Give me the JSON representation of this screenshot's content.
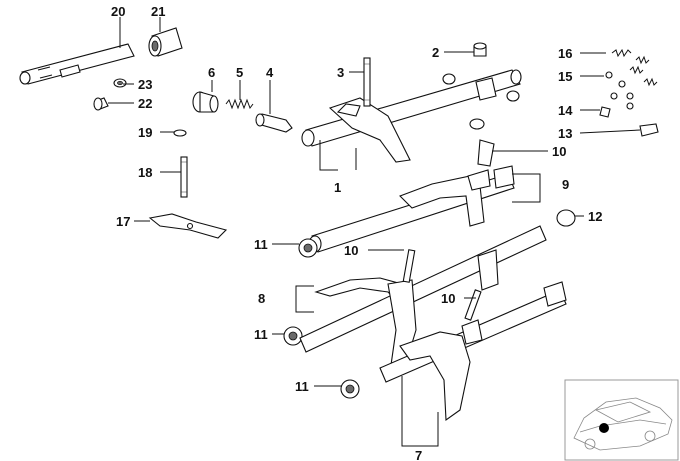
{
  "callouts": [
    {
      "id": "c20",
      "text": "20"
    },
    {
      "id": "c21",
      "text": "21"
    },
    {
      "id": "c23",
      "text": "23"
    },
    {
      "id": "c22",
      "text": "22"
    },
    {
      "id": "c19",
      "text": "19"
    },
    {
      "id": "c18",
      "text": "18"
    },
    {
      "id": "c17",
      "text": "17"
    },
    {
      "id": "c6",
      "text": "6"
    },
    {
      "id": "c5",
      "text": "5"
    },
    {
      "id": "c4",
      "text": "4"
    },
    {
      "id": "c3",
      "text": "3"
    },
    {
      "id": "c1",
      "text": "1"
    },
    {
      "id": "c2",
      "text": "2"
    },
    {
      "id": "c16",
      "text": "16"
    },
    {
      "id": "c15",
      "text": "15"
    },
    {
      "id": "c14",
      "text": "14"
    },
    {
      "id": "c13",
      "text": "13"
    },
    {
      "id": "c10a",
      "text": "10"
    },
    {
      "id": "c9",
      "text": "9"
    },
    {
      "id": "c12",
      "text": "12"
    },
    {
      "id": "c11a",
      "text": "11"
    },
    {
      "id": "c10b",
      "text": "10"
    },
    {
      "id": "c8",
      "text": "8"
    },
    {
      "id": "c10c",
      "text": "10"
    },
    {
      "id": "c11b",
      "text": "11"
    },
    {
      "id": "c11c",
      "text": "11"
    },
    {
      "id": "c7",
      "text": "7"
    }
  ],
  "colors": {
    "line": "#111111",
    "shade": "#6a6a6a",
    "thumb_dot": "#000000"
  }
}
